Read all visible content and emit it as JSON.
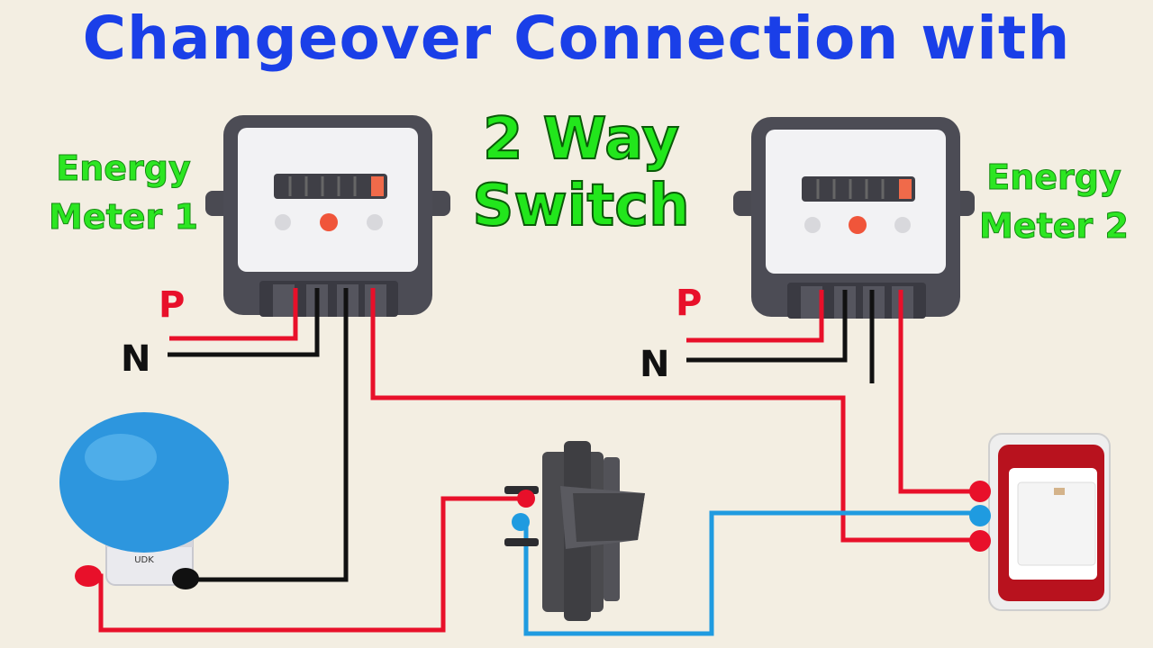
{
  "title": "Changeover Connection with",
  "subtitle": [
    "2 Way",
    "Switch"
  ],
  "meters": [
    {
      "label_line1": "Energy",
      "label_line2": "Meter 1",
      "phase_label": "P",
      "neutral_label": "N"
    },
    {
      "label_line1": "Energy",
      "label_line2": "Meter 2",
      "phase_label": "P",
      "neutral_label": "N"
    }
  ],
  "bulb_brand": "UDK",
  "colors": {
    "title": "#1a3fe8",
    "labels": "#2ce622",
    "phase_wire": "#e8102a",
    "neutral_wire": "#111111",
    "switched_wire": "#1f9be0",
    "bulb": "#2d96de",
    "background": "#f3eee2"
  }
}
